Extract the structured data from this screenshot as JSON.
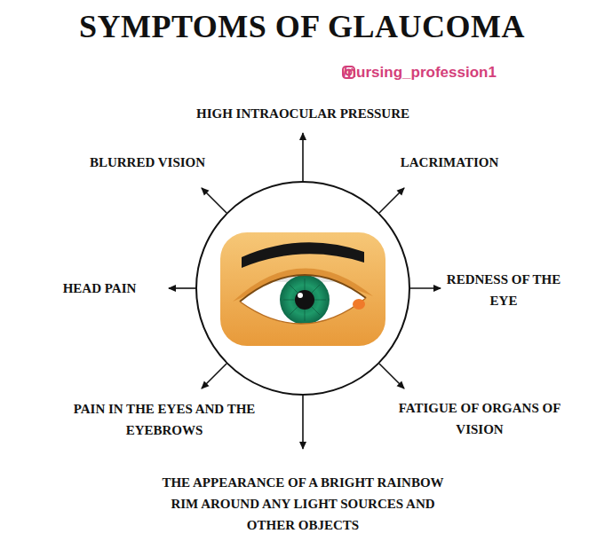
{
  "diagram": {
    "title": "SYMPTOMS OF GLAUCOMA",
    "labels": [
      "/nursing_profession1",
      "HIGH INTRAOCULAR PRESSURE",
      "LACRIMATION",
      "REDNESS OF THE EYE",
      "FATIGUE OF ORGANS OF VISION",
      "THE APPEARANCE OF A BRIGHT RAINBOW RIM AROUND ANY LIGHT SOURCES AND OTHER OBJECTS",
      "PAIN IN THE EYES AND THE EYEBROWS",
      "HEAD PAIN",
      "BLURRED VISION"
    ]
  }
}
